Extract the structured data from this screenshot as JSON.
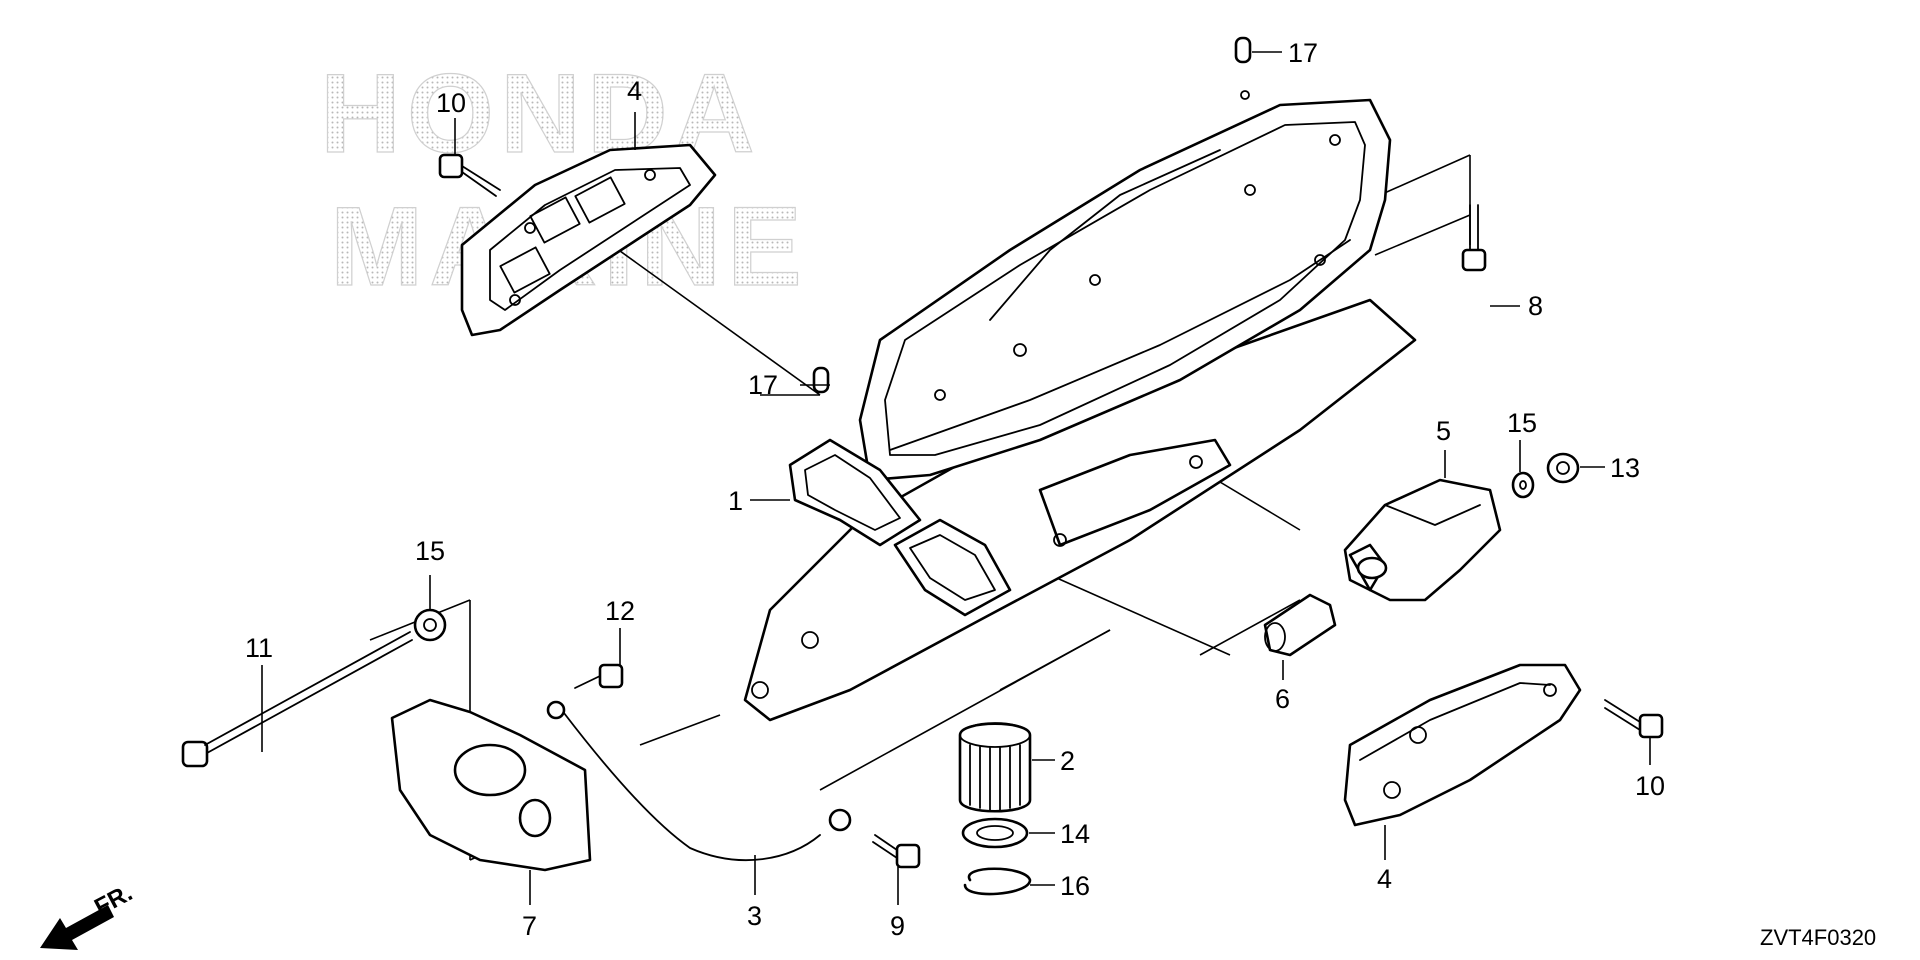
{
  "watermark": {
    "line1": "HONDA",
    "line2": "MARINE"
  },
  "direction": {
    "label": "FR."
  },
  "diagram_code": "ZVT4F0320",
  "callouts": {
    "c1": "1",
    "c2": "2",
    "c3": "3",
    "c4a": "4",
    "c4b": "4",
    "c5": "5",
    "c6": "6",
    "c7": "7",
    "c8": "8",
    "c9": "9",
    "c10a": "10",
    "c10b": "10",
    "c11": "11",
    "c12": "12",
    "c13": "13",
    "c14": "14",
    "c15a": "15",
    "c15b": "15",
    "c16": "16",
    "c17a": "17",
    "c17b": "17"
  }
}
